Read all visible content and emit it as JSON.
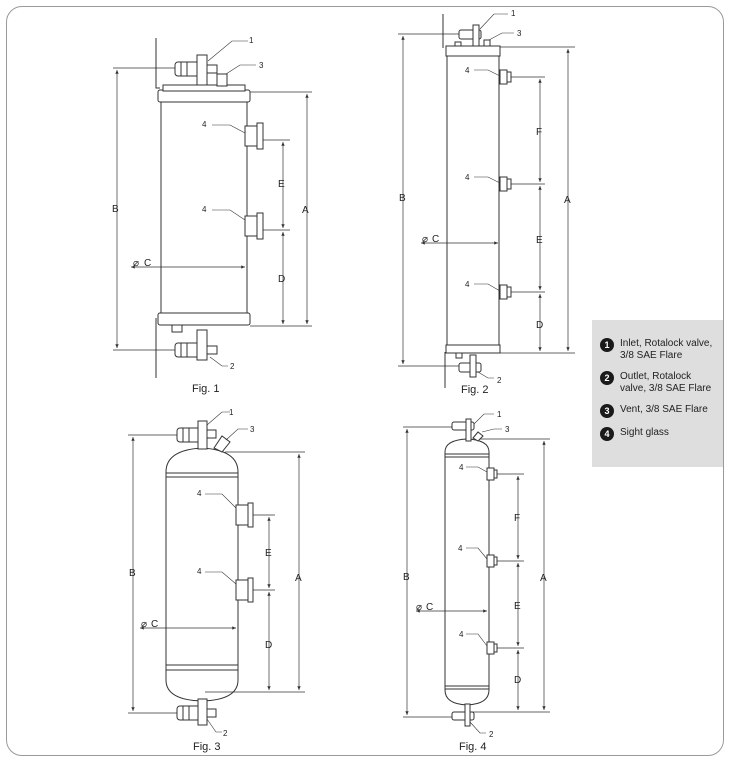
{
  "figures": [
    {
      "caption": "Fig. 1",
      "dims": {
        "A": "A",
        "B": "B",
        "C": "C",
        "D": "D",
        "E": "E"
      },
      "callouts": [
        "1",
        "3",
        "4",
        "4",
        "2"
      ]
    },
    {
      "caption": "Fig. 2",
      "dims": {
        "A": "A",
        "B": "B",
        "C": "C",
        "D": "D",
        "E": "E",
        "F": "F"
      },
      "callouts": [
        "1",
        "3",
        "4",
        "4",
        "4",
        "2"
      ]
    },
    {
      "caption": "Fig. 3",
      "dims": {
        "A": "A",
        "B": "B",
        "C": "C",
        "D": "D",
        "E": "E"
      },
      "callouts": [
        "1",
        "3",
        "4",
        "4",
        "2"
      ]
    },
    {
      "caption": "Fig. 4",
      "dims": {
        "A": "A",
        "B": "B",
        "C": "C",
        "D": "D",
        "E": "E",
        "F": "F"
      },
      "callouts": [
        "1",
        "3",
        "4",
        "4",
        "4",
        "2"
      ]
    }
  ],
  "diameter_symbol": "⌀",
  "legend": [
    {
      "num": "1",
      "text": "Inlet, Rotalock valve, 3/8 SAE Flare"
    },
    {
      "num": "2",
      "text": "Outlet, Rotalock valve, 3/8 SAE Flare"
    },
    {
      "num": "3",
      "text": "Vent, 3/8 SAE Flare"
    },
    {
      "num": "4",
      "text": "Sight glass"
    }
  ],
  "colors": {
    "line": "#333333",
    "legend_bg": "#dedede",
    "frame": "#9a9a9a"
  }
}
